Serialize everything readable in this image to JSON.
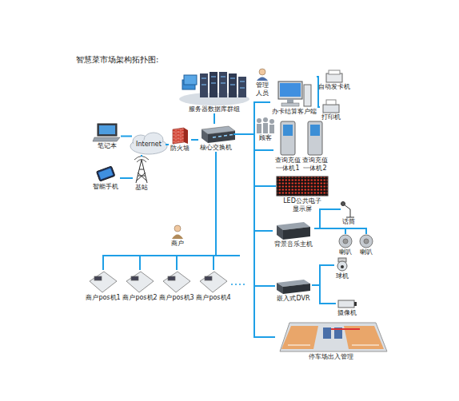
{
  "diagram": {
    "title": "智慧菜市场架构拓扑图:",
    "nodes": [
      {
        "text": [
          "服务器数据库群组"
        ]
      },
      {
        "text": [
          "笔记本"
        ]
      },
      {
        "text": [
          "Internet"
        ]
      },
      {
        "text": [
          "防火墙"
        ]
      },
      {
        "text": [
          "核心交换机"
        ]
      },
      {
        "text": [
          "智能手机"
        ]
      },
      {
        "text": [
          "基站"
        ]
      },
      {
        "text": [
          "管理 人员"
        ]
      },
      {
        "text": [
          "办卡结算客户端"
        ]
      },
      {
        "text": [
          "自动发卡机"
        ]
      },
      {
        "text": [
          "打印机"
        ]
      },
      {
        "text": [
          "顾客"
        ]
      },
      {
        "text": [
          "查询充值 一体机1"
        ]
      },
      {
        "text": [
          "查询充值 一体机2"
        ]
      },
      {
        "text": [
          "LED公共电子 显示屏"
        ]
      },
      {
        "text": [
          "话筒"
        ]
      },
      {
        "text": [
          "背景音乐主机"
        ]
      },
      {
        "text": [
          "喇叭"
        ]
      },
      {
        "text": [
          "喇叭"
        ]
      },
      {
        "text": [
          "商户"
        ]
      },
      {
        "text": [
          "商户pos机1"
        ]
      },
      {
        "text": [
          "商户pos机2"
        ]
      },
      {
        "text": [
          "商户pos机3"
        ]
      },
      {
        "text": [
          "商户pos机4"
        ]
      },
      {
        "text": [
          "嵌入式DVR"
        ]
      },
      {
        "text": [
          "球机"
        ]
      },
      {
        "text": [
          "摄像机"
        ]
      },
      {
        "text": [
          "停车场出入管理"
        ]
      }
    ],
    "edges": [
      {
        "from": 0,
        "to": 4,
        "arrow": "none"
      },
      {
        "from": 1,
        "to": 2,
        "arrow": "none"
      },
      {
        "from": 2,
        "to": 3,
        "arrow": "none"
      },
      {
        "from": 3,
        "to": 4,
        "arrow": "none"
      },
      {
        "from": 5,
        "to": 6,
        "arrow": "none"
      },
      {
        "from": 6,
        "to": 2,
        "arrow": "none"
      },
      {
        "from": 4,
        "to": 8,
        "arrow": "none"
      },
      {
        "from": 4,
        "to": 12,
        "arrow": "none"
      },
      {
        "from": 4,
        "to": 14,
        "arrow": "none"
      },
      {
        "from": 4,
        "to": 16,
        "arrow": "none"
      },
      {
        "from": 4,
        "to": 24,
        "arrow": "none"
      },
      {
        "from": 4,
        "to": 27,
        "arrow": "none"
      },
      {
        "from": 4,
        "to": 20,
        "arrow": "none"
      },
      {
        "from": 4,
        "to": 21,
        "arrow": "none"
      },
      {
        "from": 4,
        "to": 22,
        "arrow": "none"
      },
      {
        "from": 4,
        "to": 23,
        "arrow": "none"
      },
      {
        "from": 8,
        "to": 9,
        "arrow": "none"
      },
      {
        "from": 8,
        "to": 10,
        "arrow": "none"
      },
      {
        "from": 16,
        "to": 15,
        "arrow": "none"
      },
      {
        "from": 16,
        "to": 17,
        "arrow": "none"
      },
      {
        "from": 16,
        "to": 18,
        "arrow": "none"
      },
      {
        "from": 24,
        "to": 25,
        "arrow": "none"
      },
      {
        "from": 24,
        "to": 26,
        "arrow": "none"
      }
    ]
  }
}
